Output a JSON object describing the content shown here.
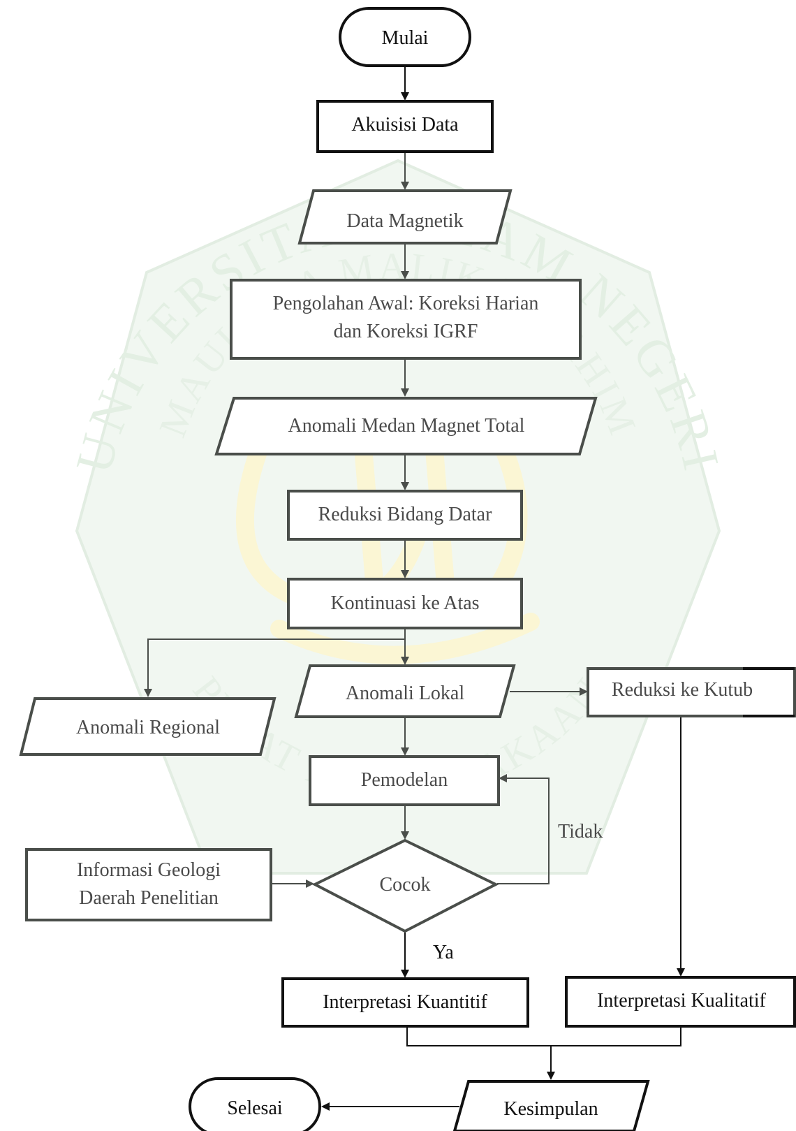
{
  "watermark": {
    "arc_top": "UNIVERSITAS ISLAM NEGERI",
    "arc_inner": "MAULANA MALIK IBRAHIM",
    "arc_bottom": "PUSAT PERPUSTAKAAN"
  },
  "nodes": {
    "mulai": "Mulai",
    "akuisisi": "Akuisisi Data",
    "data_magnetik": "Data Magnetik",
    "pengolahan_1": "Pengolahan Awal: Koreksi Harian",
    "pengolahan_2": "dan Koreksi IGRF",
    "anomali_total": "Anomali Medan Magnet Total",
    "reduksi_bidang": "Reduksi Bidang Datar",
    "kontinuasi": "Kontinuasi ke Atas",
    "anomali_regional": "Anomali Regional",
    "anomali_lokal": "Anomali Lokal",
    "reduksi_kutub": "Reduksi ke Kutub",
    "pemodelan": "Pemodelan",
    "info_geologi_1": "Informasi Geologi",
    "info_geologi_2": "Daerah Penelitian",
    "cocok": "Cocok",
    "interpretasi_kuantitatif": "Interpretasi Kuantitif",
    "interpretasi_kualitatif": "Interpretasi Kualitatif",
    "kesimpulan": "Kesimpulan",
    "selesai": "Selesai"
  },
  "edge_labels": {
    "tidak": "Tidak",
    "ya": "Ya"
  },
  "colors": {
    "dark_stroke": "#111111",
    "gray_stroke": "#4a4e4a",
    "watermark": "#e3efe3",
    "watermark_gold": "#fbf6d4"
  }
}
